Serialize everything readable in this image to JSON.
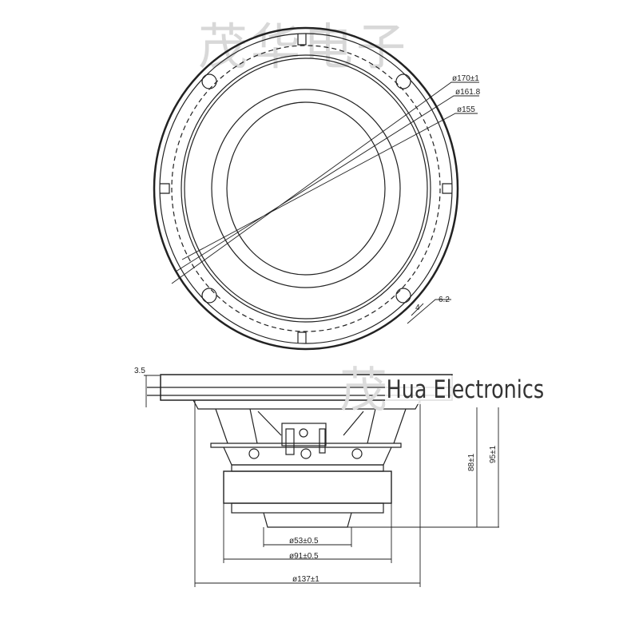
{
  "watermark": {
    "chinese": "茂华电子",
    "chinese_partial": "茂",
    "english": "Hua Electronics"
  },
  "top_view": {
    "dimensions": {
      "outer_diameter": "ø170±1",
      "mid_diameter": "ø161.8",
      "inner_diameter": "ø155",
      "hole_dim": "6.2",
      "hole_offset": "4"
    }
  },
  "side_view": {
    "dimensions": {
      "flange_thickness": "3.5",
      "depth_a": "88±1",
      "depth_b": "95±1",
      "pole_diameter": "ø53±0.5",
      "magnet_diameter": "ø91±0.5",
      "basket_diameter": "ø137±1"
    }
  }
}
